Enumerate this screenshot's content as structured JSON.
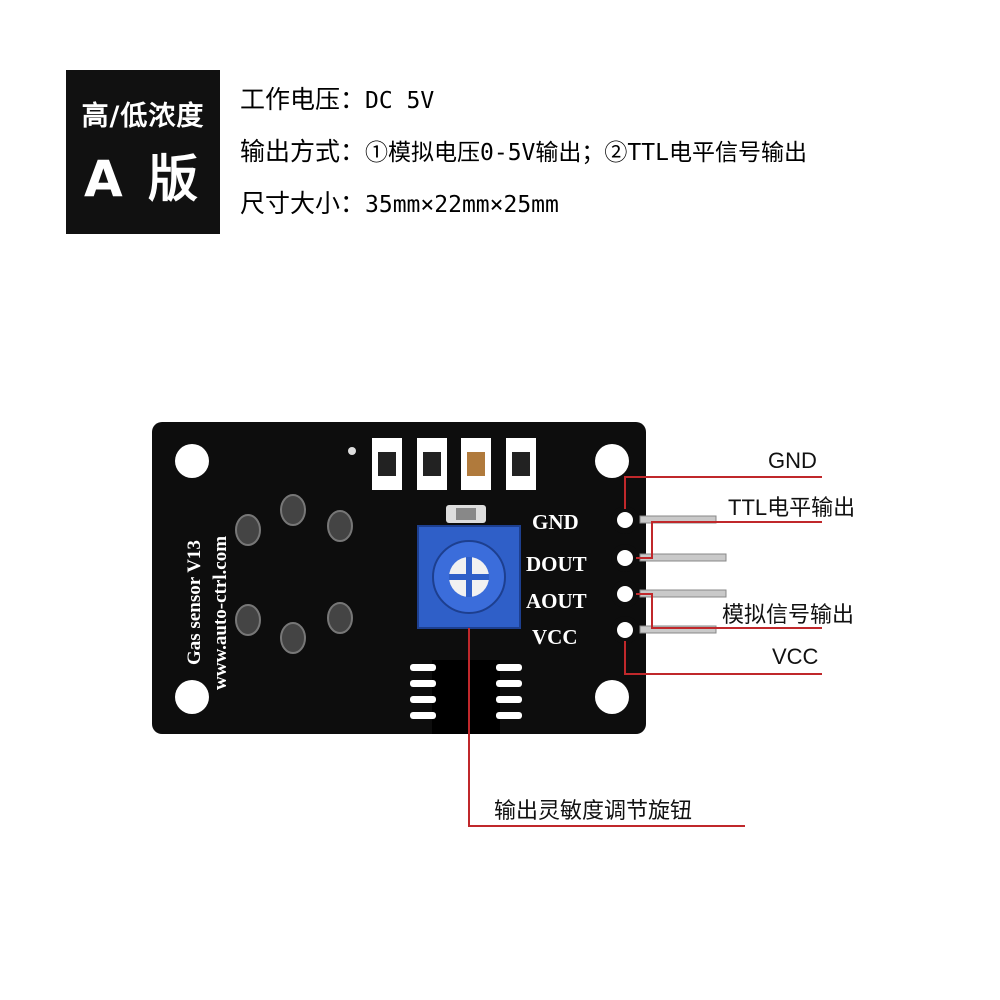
{
  "badge": {
    "line1": "高/低浓度",
    "line2": "A 版"
  },
  "specs": [
    {
      "label": "工作电压：",
      "value": "DC 5V"
    },
    {
      "label": "输出方式：",
      "value": "①模拟电压0-5V输出；②TTL电平信号输出"
    },
    {
      "label": "尺寸大小：",
      "value": "35mm×22mm×25mm"
    }
  ],
  "board": {
    "silkscreen_pins": [
      "GND",
      "DOUT",
      "AOUT",
      "VCC"
    ],
    "silkscreen_name": "Gas sensor V13",
    "silkscreen_url": "www.auto-ctrl.com"
  },
  "callouts": {
    "gnd": "GND",
    "ttl": "TTL电平输出",
    "analog": "模拟信号输出",
    "vcc": "VCC",
    "pot": "输出灵敏度调节旋钮"
  },
  "colors": {
    "callout_line": "#c0282b",
    "board": "#0d0d0d",
    "pot": "#2f5fc8"
  }
}
